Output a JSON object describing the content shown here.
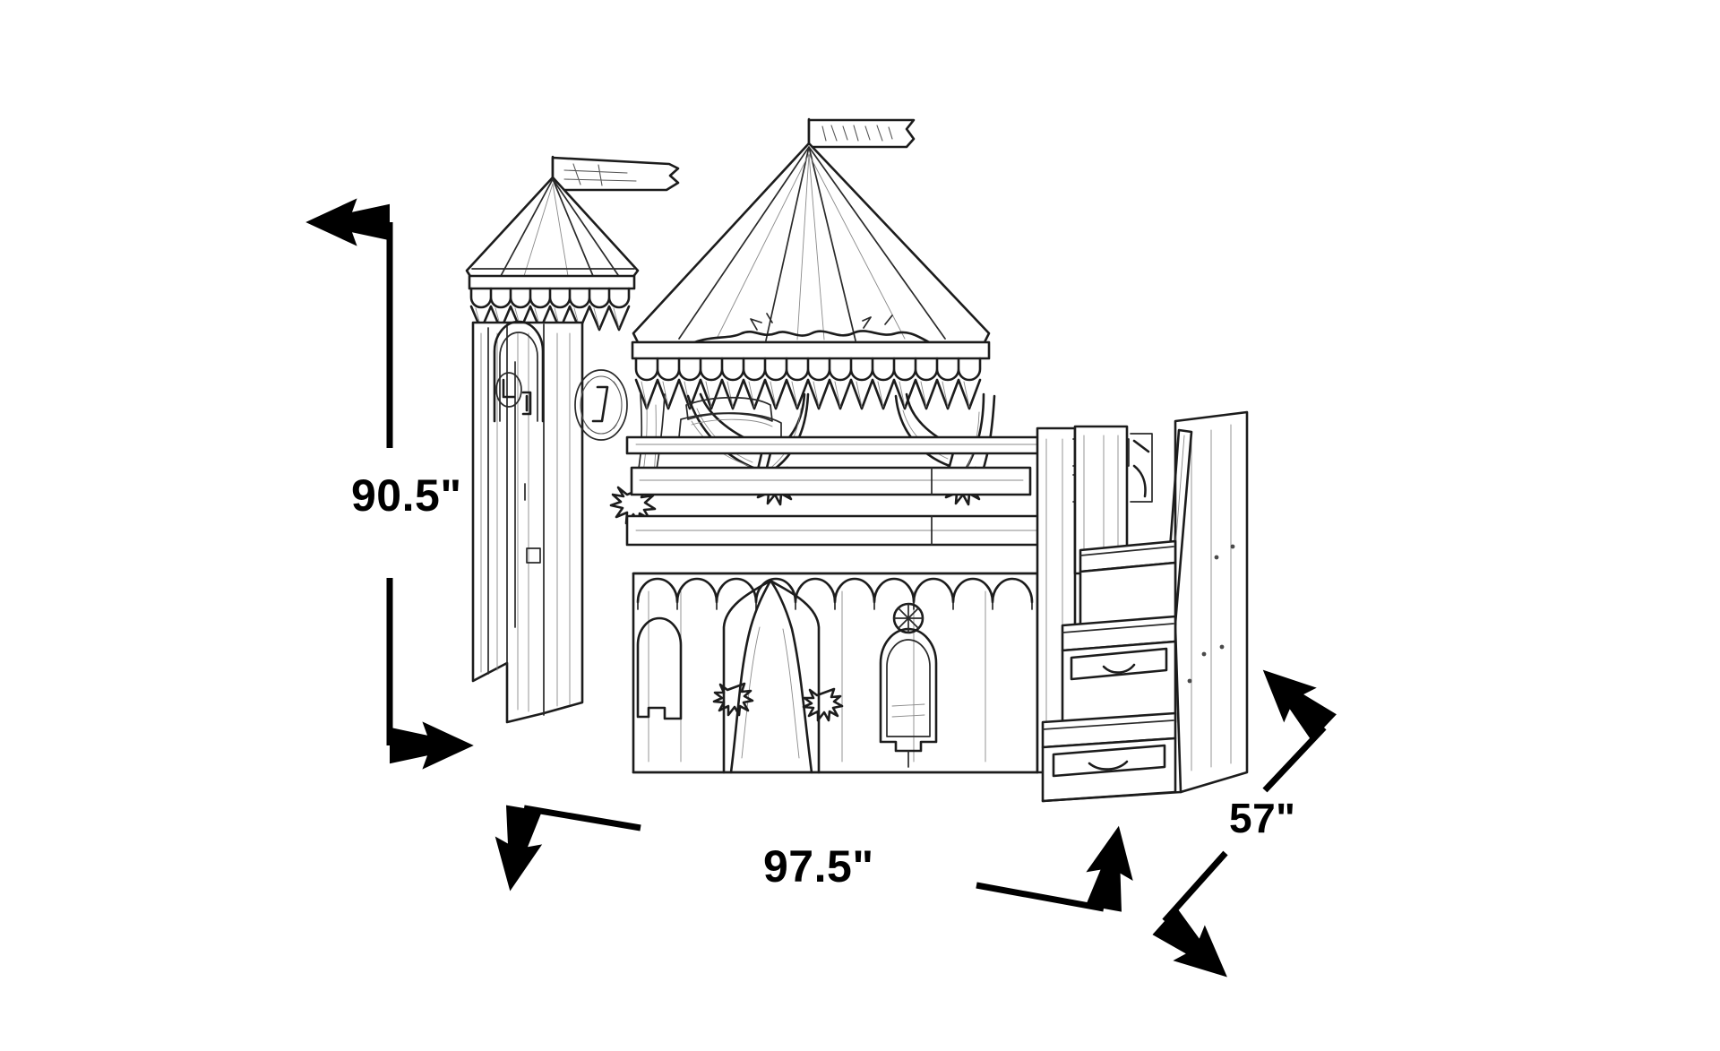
{
  "diagram": {
    "kind": "product-dimension-line-drawing",
    "subject": "Castle themed loft bed with tent canopy, flags, tower, arched play doorway and staircase with drawer steps",
    "background_color": "#ffffff",
    "line_color": "#1a1a1a",
    "dimension_color": "#000000"
  },
  "dimensions": {
    "height": {
      "value": "90.5\"",
      "axis": "vertical",
      "arrow_name": "height-dimension-arrow"
    },
    "width": {
      "value": "97.5\"",
      "axis": "horizontal",
      "arrow_name": "width-dimension-arrow"
    },
    "depth": {
      "value": "57\"",
      "axis": "diagonal",
      "arrow_name": "depth-dimension-arrow"
    }
  },
  "flags": {
    "tower_flag": "tower-pennant-flag",
    "canopy_flag": "canopy-banner-flag"
  },
  "parts": [
    "tent-canopy-roof",
    "scalloped-canopy-valance",
    "canopy-curtain-panels",
    "castle-tower",
    "tower-arched-door",
    "tower-medallion",
    "bed-guard-rail",
    "lower-castle-facade",
    "castle-battlement-arches",
    "curtained-play-archway",
    "gothic-window",
    "staircase-with-drawer-steps",
    "stair-handrail"
  ]
}
